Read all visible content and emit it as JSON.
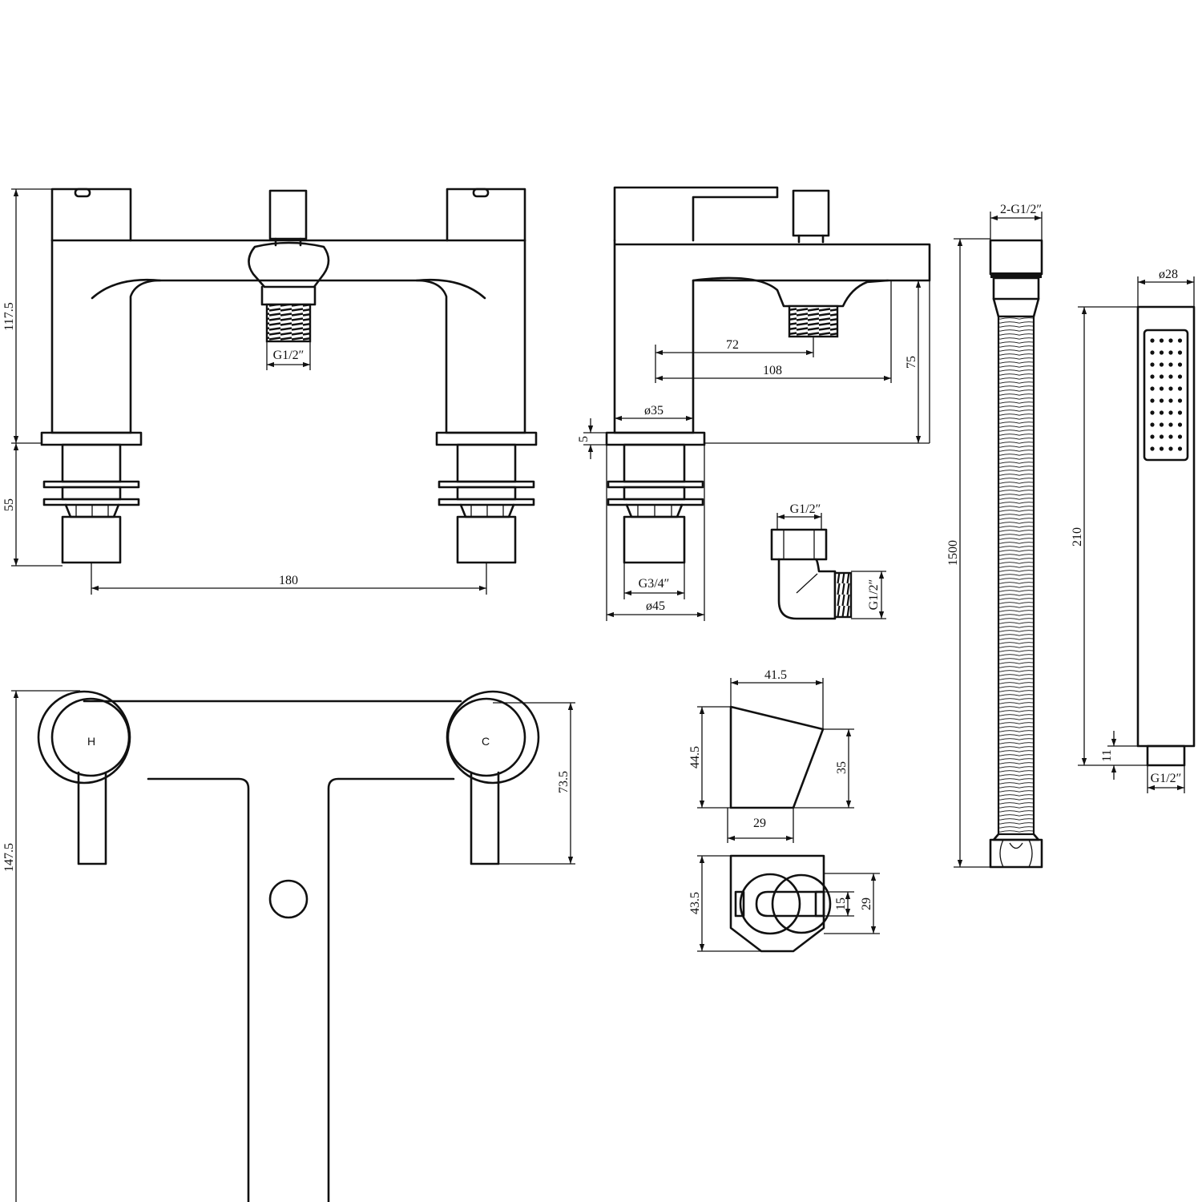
{
  "dimensions": {
    "front_height": "117.5",
    "front_base_height": "55",
    "front_centres": "180",
    "front_outlet_thread": "G1/2″",
    "side_outlet_72": "72",
    "side_reach": "108",
    "side_height": "75",
    "side_body_dia": "ø35",
    "side_plate_thickness": "5",
    "side_inlet_thread": "G3/4″",
    "side_plate_dia": "ø45",
    "elbow_top_thread": "G1/2″",
    "elbow_side_thread": "G1/2″",
    "holder_width": "41.5",
    "holder_height": "44.5",
    "holder_front_height": "35",
    "holder_depth": "29",
    "bracket_height": "43.5",
    "bracket_slot": "15",
    "bracket_depth": "29",
    "hose_ends": "2-G1/2″",
    "hose_length": "1500",
    "handset_dia": "ø28",
    "handset_length": "210",
    "handset_nipple": "11",
    "handset_thread": "G1/2″",
    "plan_depth": "147.5",
    "plan_handle_depth": "73.5"
  },
  "labels": {
    "hot": "H",
    "cold": "C"
  }
}
